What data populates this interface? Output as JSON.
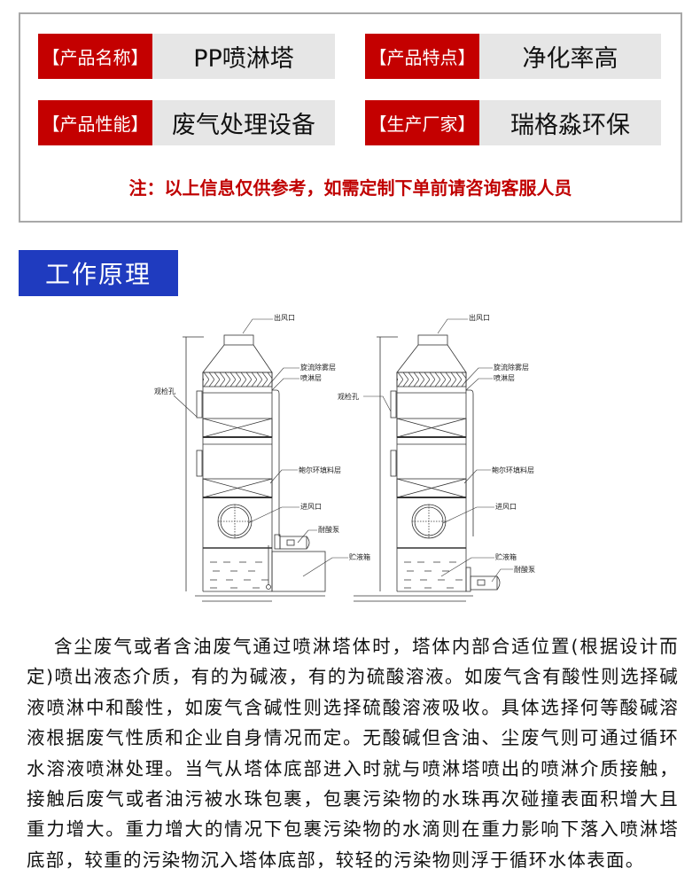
{
  "info": [
    {
      "label": "【产品名称】",
      "value": "PP喷淋塔"
    },
    {
      "label": "【产品特点】",
      "value": "净化率高"
    },
    {
      "label": "【产品性能】",
      "value": "废气处理设备"
    },
    {
      "label": "【生产厂家】",
      "value": "瑞格淼环保"
    }
  ],
  "note": "注：以上信息仅供参考，如需定制下单前请咨询客服人员",
  "section_title": "工作原理",
  "diagram_labels": {
    "outlet": "出风口",
    "demister": "旋流除雾层",
    "spray": "喷淋层",
    "inspection": "观检孔",
    "packing": "鲍尔环填料层",
    "inlet": "进风口",
    "pump": "耐酸泵",
    "tank": "贮液箱"
  },
  "paragraph": "含尘废气或者含油废气通过喷淋塔体时，塔体内部合适位置(根据设计而定)喷出液态介质，有的为碱液，有的为硫酸溶液。如废气含有酸性则选择碱液喷淋中和酸性，如废气含碱性则选择硫酸溶液吸收。具体选择何等酸碱溶液根据废气性质和企业自身情况而定。无酸碱但含油、尘废气则可通过循环水溶液喷淋处理。当气从塔体底部进入时就与喷淋塔喷出的喷淋介质接触，接触后废气或者油污被水珠包裹，包裹污染物的水珠再次碰撞表面积增大且重力增大。重力增大的情况下包裹污染物的水滴则在重力影响下落入喷淋塔底部，较重的污染物沉入塔体底部，较轻的污染物则浮于循环水体表面。",
  "colors": {
    "red": "#c40000",
    "blue": "#1f3bbf",
    "gray": "#e6e6e6"
  }
}
